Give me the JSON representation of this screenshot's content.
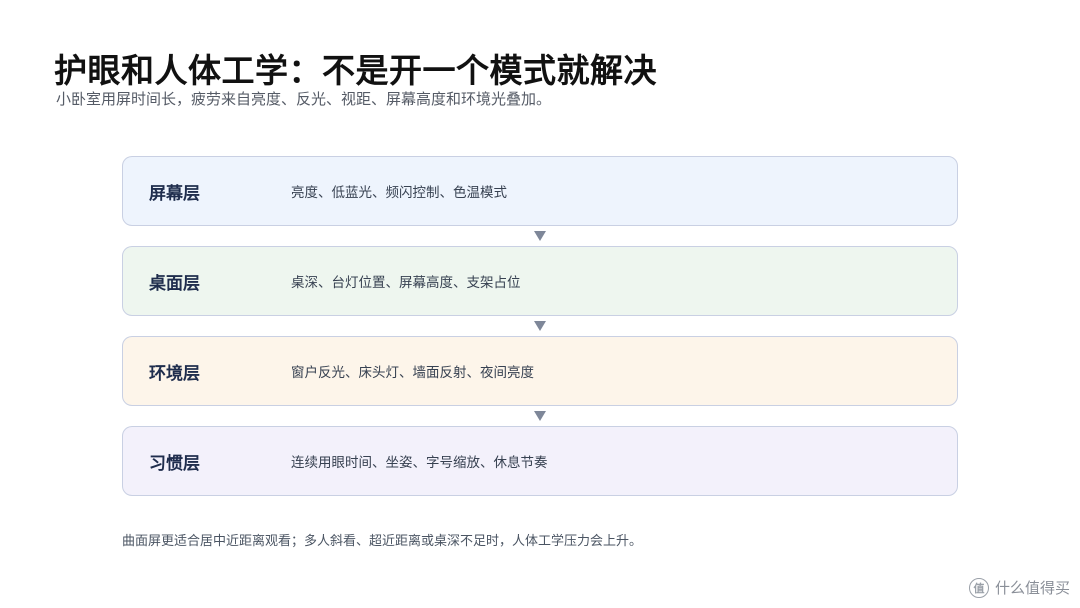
{
  "title": "护眼和人体工学：不是开一个模式就解决",
  "subtitle": "小卧室用屏时间长，疲劳来自亮度、反光、视距、屏幕高度和环境光叠加。",
  "layers": [
    {
      "name": "屏幕层",
      "desc": "亮度、低蓝光、频闪控制、色温模式",
      "fill": "#eef4fd"
    },
    {
      "name": "桌面层",
      "desc": "桌深、台灯位置、屏幕高度、支架占位",
      "fill": "#eef6ef"
    },
    {
      "name": "环境层",
      "desc": "窗户反光、床头灯、墙面反射、夜间亮度",
      "fill": "#fdf5ea"
    },
    {
      "name": "习惯层",
      "desc": "连续用眼时间、坐姿、字号缩放、休息节奏",
      "fill": "#f3f1fb"
    }
  ],
  "colors": {
    "border": "#c9d0e3",
    "arrow": "#7e8799"
  },
  "connector_icon": "arrow-down-icon",
  "footer_note": "曲面屏更适合居中近距离观看；多人斜看、超近距离或桌深不足时，人体工学压力会上升。",
  "watermark": {
    "icon": "zhi-badge-icon",
    "glyph": "值",
    "text": "什么值得买"
  }
}
